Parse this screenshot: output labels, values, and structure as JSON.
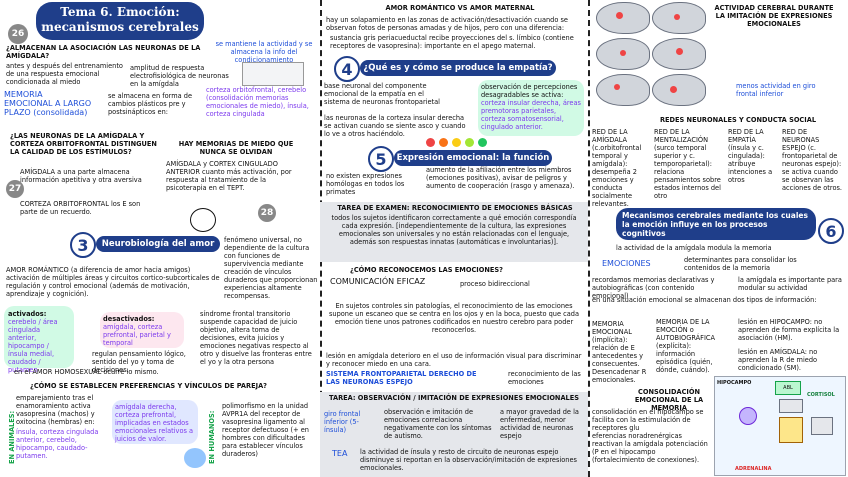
{
  "col1": {
    "title_line1": "Tema 6. Emoción:",
    "title_line2": "mecanismos cerebrales",
    "num_26": "26",
    "num_27": "27",
    "num_28": "28",
    "q_amigdala": "¿ALMACENAN LA ASOCIACIÓN LAS NEURONAS DE LA AMÍGDALA?",
    "note_right": "se mantiene la actividad y se almacena la info del condicionamiento",
    "p1": "antes y después del entrenamiento de una respuesta emocional condicionada al miedo",
    "p1b": "amplitud de respuesta electrofisiológica de neuronas en la amígdala",
    "p2_left": "MEMORIA EMOCIONAL A LARGO PLAZO (consolidada)",
    "p2_right": "se almacena en forma de cambios plásticos pre y postsinápticos en:",
    "p2_list": "corteza orbitofrontal, cerebelo (consolidación memorias emocionales de miedo), ínsula, corteza cingulada",
    "q_neuronas": "¿LAS NEURONAS DE LA AMÍGDALA Y CORTEZA ORBITOFRONTAL DISTINGUEN LA CALIDAD DE LOS ESTÍMULOS?",
    "amigdala_txt": "AMÍGDALA a una parte almacena información apetitiva y otra aversiva",
    "cof_txt": "CORTEZA ORBITOFRONTAL los E son parte de un recuerdo.",
    "miedo_q": "HAY MEMORIAS DE MIEDO QUE NUNCA SE OLVIDAN",
    "miedo_txt": "AMÍGDALA y CORTEX CINGULADO ANTERIOR cuanto más activación, por respuesta al tratamiento de la psicoterapia en el TEPT.",
    "sec3": "Neurobiología del amor",
    "sec3_num": "3",
    "amor_side": "fenómeno universal, no dependiente de la cultura con funciones de supervivencia mediante creación de vínculos duraderos que proporcionan experiencias altamente recompensas.",
    "amor_romantico": "AMOR ROMÁNTICO (a diferencia de amor hacia amigos) activación de múltiples áreas y circuitos cortico-subcorticales de regulación y control emocional (además de motivación, aprendizaje y cognición).",
    "activados_h": "activados:",
    "activados_list": "cerebelo / área cingulada anterior, hipocampo / ínsula medial, caudado / putamen",
    "desactivados_h": "desactivados:",
    "desactivados_list": "amígdala, corteza prefrontal, parietal y temporal",
    "desact_txt": "regulan pensamiento lógico, sentido del yo y toma de decisiones.",
    "sindrome": "síndrome frontal transitorio suspende capacidad de juicio objetivo, altera toma de decisiones, evita juicios y emociones negativas respecto al otro y disuelve las fronteras entre el yo y la otra persona",
    "homosexual": "en el AMOR HOMOSEXUAL ocurre lo mismo.",
    "q_pareja": "¿CÓMO SE ESTABLECEN PREFERENCIAS Y VÍNCULOS DE PAREJA?",
    "animales": "EN ANIMALES:",
    "animales_txt": "emparejamiento tras el enamoramiento activa vasopresina (machos) y oxitocina (hembras) en:",
    "animales_list": "ínsula, corteza cingulada anterior, cerebelo, hipocampo, caudado-putamen.",
    "amig_list": "amígdala derecha, corteza prefrontal, implicadas en estados emocionales relativos a juicios de valor.",
    "humanos": "EN HUMANOS:",
    "humanos_txt": "polimorfismo en la unidad AVPR1A del receptor de vasopresina ligamento al receptor defectuoso (+ en hombres con dificultades para establecer vínculos duraderos)"
  },
  "col2": {
    "h_amor_vs": "AMOR ROMÁNTICO VS AMOR MATERNAL",
    "amor_vs_txt": "hay un solapamiento en las zonas de activación/desactivación cuando se observan fotos de personas amadas y de hijos, pero con una diferencia:",
    "amor_vs_li": "sustancia gris periacueductal recibe proyecciones del s. límbico (contiene receptores de vasopresina): importante en el apego maternal.",
    "sec4_num": "4",
    "sec4": "¿Qué es y cómo se produce la empatía?",
    "empatia_left": "base neuronal del componente emocional de la empatía en el sistema de neuronas frontoparietal",
    "empatia_right": "observación de percepciones desagradables se activa:",
    "empatia_list": "corteza insular derecha, áreas premotoras parietales, corteza somatosensorial, cingulado anterior.",
    "empatia_bottom": "las neuronas de la corteza insular derecha se activan cuando se siente asco y cuando lo ve a otros haciéndolo.",
    "sec5_num": "5",
    "sec5": "Expresión emocional: la función",
    "sec5_left": "no existen expresiones homólogas en todos los primates",
    "sec5_right": "aumento de la afiliación entre los miembros (emociones positivas), avisar de peligros y aumento de cooperación (rasgo y amenaza).",
    "tarea1_h": "TAREA DE EXAMEN: RECONOCIMIENTO DE EMOCIONES BÁSICAS",
    "tarea1_txt": "todos los sujetos identificaron correctamente a qué emoción correspondía cada expresión. [independientemente de la cultura, las expresiones emocionales son universales y no están relacionadas con el lenguaje, además son respuestas innatas (automáticas e involuntarias)].",
    "q_reconoc": "¿CÓMO RECONOCEMOS LAS EMOCIONES?",
    "com_eficaz": "COMUNICACIÓN EFICAZ",
    "proceso_bi": "proceso bidireccional",
    "recon_txt": "En sujetos controles sin patologías, el reconocimiento de las emociones supone un escaneo que se centra en los ojos y en la boca, puesto que cada emoción tiene unos patrones codificados en nuestro cerebro para poder reconocerlos.",
    "lesion_txt": "lesión en amígdala deterioro en el uso de información visual para discriminar y reconocer miedo en una cara.",
    "espejo": "SISTEMA FRONTOPARIETAL DERECHO DE LAS NEURONAS ESPEJO",
    "espejo_r": "reconocimiento de las emociones",
    "tarea2_h": "TAREA: OBSERVACIÓN / IMITACIÓN DE EXPRESIONES EMOCIONALES",
    "giro": "giro frontal inferior (5-ínsula)",
    "giro_txt": "observación e imitación de emociones correlaciona negativamente con los síntomas de autismo.",
    "giro_r": "a mayor gravedad de la enfermedad, menor actividad de neuronas espejo",
    "tea": "TEA",
    "tea_txt": "la actividad de ínsula y resto de circuito de neuronas espejo disminuye si reportan en la observación/imitación de expresiones emocionales."
  },
  "col3": {
    "act_h": "ACTIVIDAD CEREBRAL DURANTE LA IMITACIÓN DE EXPRESIONES EMOCIONALES",
    "menos_act": "menos actividad en giro frontal inferior",
    "redes_h": "REDES NEURONALES Y CONDUCTA SOCIAL",
    "red1": "RED DE LA AMÍGDALA (c.orbitofrontal temporal y amígdala): desempeña 2 emociones y conducta socialmente relevantes.",
    "red2": "RED DE LA MENTALIZACIÓN (surco temporal superior y c. temporoparietal): relaciona pensamientos sobre estados internos del otro",
    "red3": "RED DE LA EMPATÍA (ínsula y c. cingulada): atribuye intenciones a otros",
    "red4": "RED DE NEURONAS ESPEJO (c. frontoparietal de neuronas espejo): se activa cuando se observan las acciones de otros.",
    "sec6_num": "6",
    "sec6": "Mecanismos cerebrales mediante los cuales la emoción influye en los procesos cognitivos",
    "mod_mem": "la actividad de la amígdala modula la memoria",
    "emociones": "EMOCIONES",
    "emociones_txt": "determinantes para consolidar los contenidos de la memoria",
    "recordamos": "recordamos memorias declarativas y autobiográficas (con contenido emocional)",
    "recordamos_r": "la amígdala es importante para modular su actividad",
    "almacenan": "en una situación emocional se almacenan dos tipos de información:",
    "mem_implicita": "MEMORIA EMOCIONAL (implícita): relación de E antecedentes y consecuentes. Desencadenar R emocionales.",
    "mem_autob": "MEMORIA DE LA EMOCIÓN o AUTOBIOGRÁFICA (explícita): información episódica (quién, dónde, cuándo).",
    "hipocampo": "lesión en HIPOCAMPO: no aprenden de forma explícita la asociación (HM).",
    "amig_les": "lesión en AMÍGDALA: no aprenden la R de miedo condicionado (SM).",
    "consol_h": "CONSOLIDACIÓN EMOCIONAL DE LA MEMORIA",
    "consol_txt": "consolidación en el hipocampo se facilita con la estimulación de receptores glu",
    "eferencias": "eferencias noradrenérgicas reactivan la amígdala potenciación (P en el hipocampo (fortalecimiento de conexiones).",
    "diag_hipo": "HIPOCAMPO",
    "diag_cortisol": "CORTISOL",
    "diag_adrenalina": "ADRENALINA",
    "diag_amyg": "ABL"
  }
}
